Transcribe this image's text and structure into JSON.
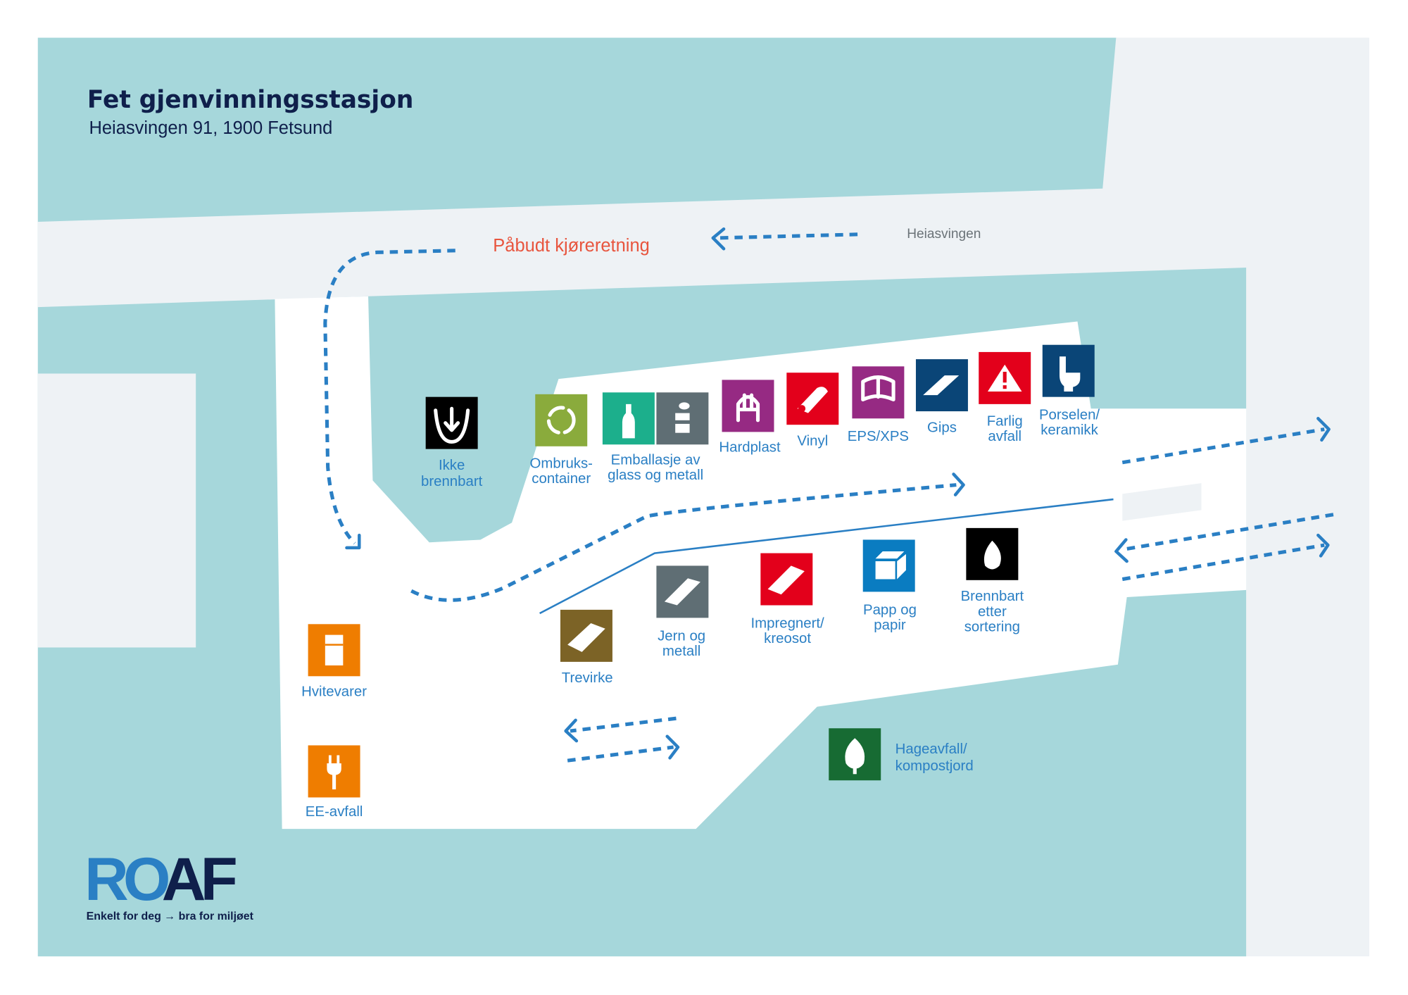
{
  "header": {
    "title": "Fet gjenvinningsstasjon",
    "address": "Heiasvingen 91, 1900 Fetsund"
  },
  "map": {
    "direction_label": "Påbudt kjøreretning",
    "road_name": "Heiasvingen"
  },
  "colors": {
    "teal_area": "#a6d7db",
    "road_gray": "#eef2f5",
    "route_blue": "#2a7fc4",
    "black": "#000000",
    "green": "#8aab3c",
    "glass": "#1caf8c",
    "metal_gray": "#5f6e74",
    "purple": "#962a83",
    "red": "#e3001b",
    "navy": "#0a4577",
    "orange": "#ef7d00",
    "brown": "#7c6326",
    "blue": "#0a7cc1",
    "dark_green": "#176b33"
  },
  "stations": {
    "ikke_brennbart": {
      "icon": "non-combustible-icon",
      "lines": [
        "Ikke",
        "brennbart"
      ]
    },
    "ombruk": {
      "icon": "recycle-icon",
      "lines": [
        "Ombruks-",
        "container"
      ]
    },
    "emballasje": {
      "icon": "bottle-can-icon",
      "lines": [
        "Emballasje av",
        "glass og metall"
      ]
    },
    "hardplast": {
      "icon": "plastic-chair-icon",
      "lines": [
        "Hardplast"
      ]
    },
    "vinyl": {
      "icon": "vinyl-roll-icon",
      "lines": [
        "Vinyl"
      ]
    },
    "eps": {
      "icon": "eps-block-icon",
      "lines": [
        "EPS/XPS"
      ]
    },
    "gips": {
      "icon": "gypsum-board-icon",
      "lines": [
        "Gips"
      ]
    },
    "farlig": {
      "icon": "hazard-icon",
      "lines": [
        "Farlig",
        "avfall"
      ]
    },
    "porselen": {
      "icon": "toilet-icon",
      "lines": [
        "Porselen/",
        "keramikk"
      ]
    },
    "hvitevarer": {
      "icon": "fridge-icon",
      "lines": [
        "Hvitevarer"
      ]
    },
    "ee": {
      "icon": "plug-icon",
      "lines": [
        "EE-avfall"
      ]
    },
    "trevirke": {
      "icon": "wood-icon",
      "lines": [
        "Trevirke"
      ]
    },
    "jern": {
      "icon": "metal-plate-icon",
      "lines": [
        "Jern og",
        "metall"
      ]
    },
    "impregnert": {
      "icon": "treated-wood-icon",
      "lines": [
        "Impregnert/",
        "kreosot"
      ]
    },
    "papp": {
      "icon": "cardboard-box-icon",
      "lines": [
        "Papp og",
        "papir"
      ]
    },
    "brennbart": {
      "icon": "flame-icon",
      "lines": [
        "Brennbart",
        "etter",
        "sortering"
      ]
    },
    "hage": {
      "icon": "leaf-icon",
      "lines": [
        "Hageavfall/",
        "kompostjord"
      ]
    }
  },
  "logo": {
    "text_ro": "RO",
    "text_af": "AF",
    "tagline": "Enkelt for deg → bra for miljøet"
  }
}
